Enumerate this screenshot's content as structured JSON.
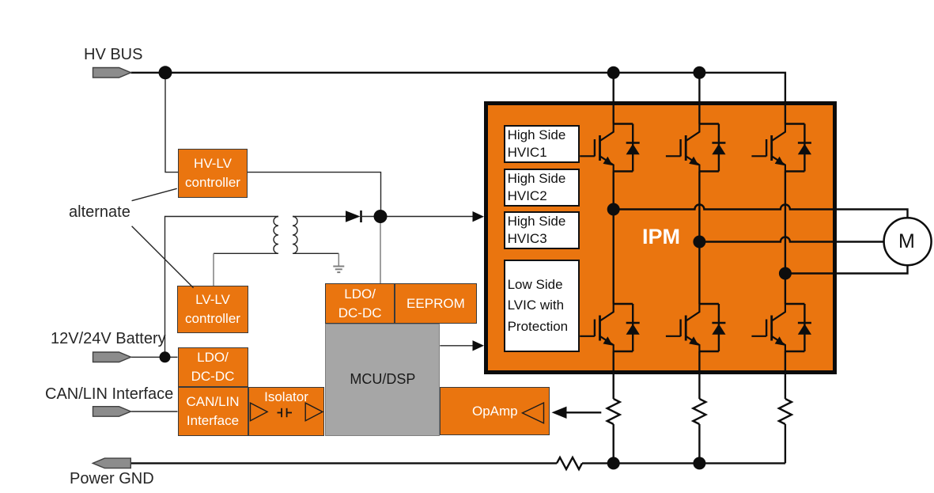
{
  "labels": {
    "hv_bus": "HV BUS",
    "alternate": "alternate",
    "battery": "12V/24V Battery",
    "can_lin": "CAN/LIN Interface",
    "power_gnd": "Power GND"
  },
  "blocks": {
    "hv_lv_controller": "HV-LV\ncontroller",
    "lv_lv_controller": "LV-LV\ncontroller",
    "ldo_dcdc_battery": "LDO/\nDC-DC",
    "can_lin_interface": "CAN/LIN\nInterface",
    "isolator": "Isolator",
    "mcu_dsp": "MCU/DSP",
    "ldo_dcdc_mcu": "LDO/\nDC-DC",
    "eeprom": "EEPROM",
    "opamp": "OpAmp",
    "ipm": "IPM",
    "high_side_hvic1": "High Side\nHVIC1",
    "high_side_hvic2": "High Side\nHVIC2",
    "high_side_hvic3": "High Side\nHVIC3",
    "low_side_lvic": "Low Side\nLVIC with\nProtection",
    "motor": "M"
  },
  "colors": {
    "orange": "#EA750F",
    "box-border": "#3a3a3a",
    "gray": "#A6A6A6",
    "gray-border": "#7f7f7f",
    "wire": "#0d0d0d",
    "wire-thin": "#262626",
    "wire-gray": "#7f7f7f",
    "pent": "#8c8c8c",
    "pent-border": "#404040",
    "label": "#262626"
  }
}
